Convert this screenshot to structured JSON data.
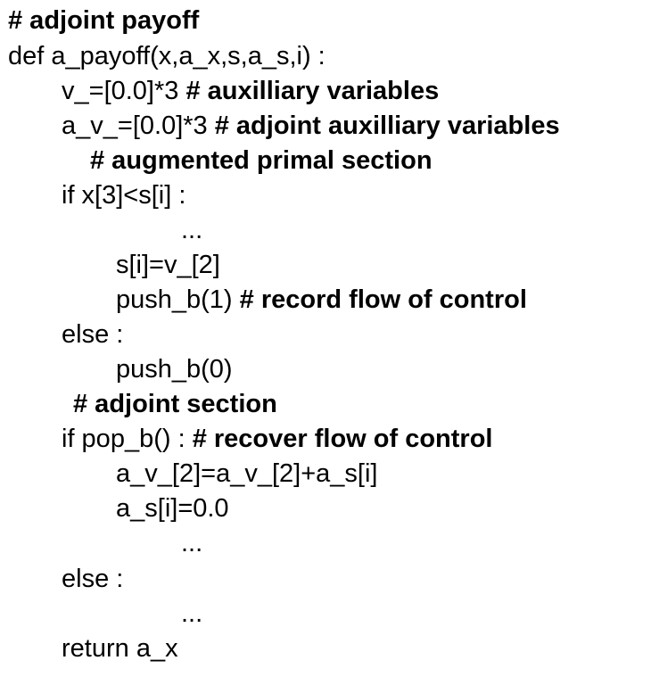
{
  "lines": [
    {
      "code": "",
      "comment": "# adjoint payoff"
    },
    {
      "code": "def a_payoff(x,a_x,s,a_s,i) :",
      "comment": ""
    },
    {
      "code": "v_=[0.0]*3 ",
      "comment": "# auxilliary variables"
    },
    {
      "code": "a_v_=[0.0]*3 ",
      "comment": "# adjoint auxilliary variables"
    },
    {
      "code": "",
      "comment": "# augmented primal section"
    },
    {
      "code": "if x[3]<s[i] :",
      "comment": ""
    },
    {
      "code": "...",
      "comment": ""
    },
    {
      "code": "s[i]=v_[2]",
      "comment": ""
    },
    {
      "code": "push_b(1) ",
      "comment": "# record flow of control"
    },
    {
      "code": "else :",
      "comment": ""
    },
    {
      "code": "push_b(0)",
      "comment": ""
    },
    {
      "code": "",
      "comment": "# adjoint section"
    },
    {
      "code": "if pop_b() : ",
      "comment": "# recover flow of control"
    },
    {
      "code": "a_v_[2]=a_v_[2]+a_s[i]",
      "comment": ""
    },
    {
      "code": "a_s[i]=0.0",
      "comment": ""
    },
    {
      "code": "...",
      "comment": ""
    },
    {
      "code": "else :",
      "comment": ""
    },
    {
      "code": "...",
      "comment": ""
    },
    {
      "code": "return a_x",
      "comment": ""
    }
  ]
}
